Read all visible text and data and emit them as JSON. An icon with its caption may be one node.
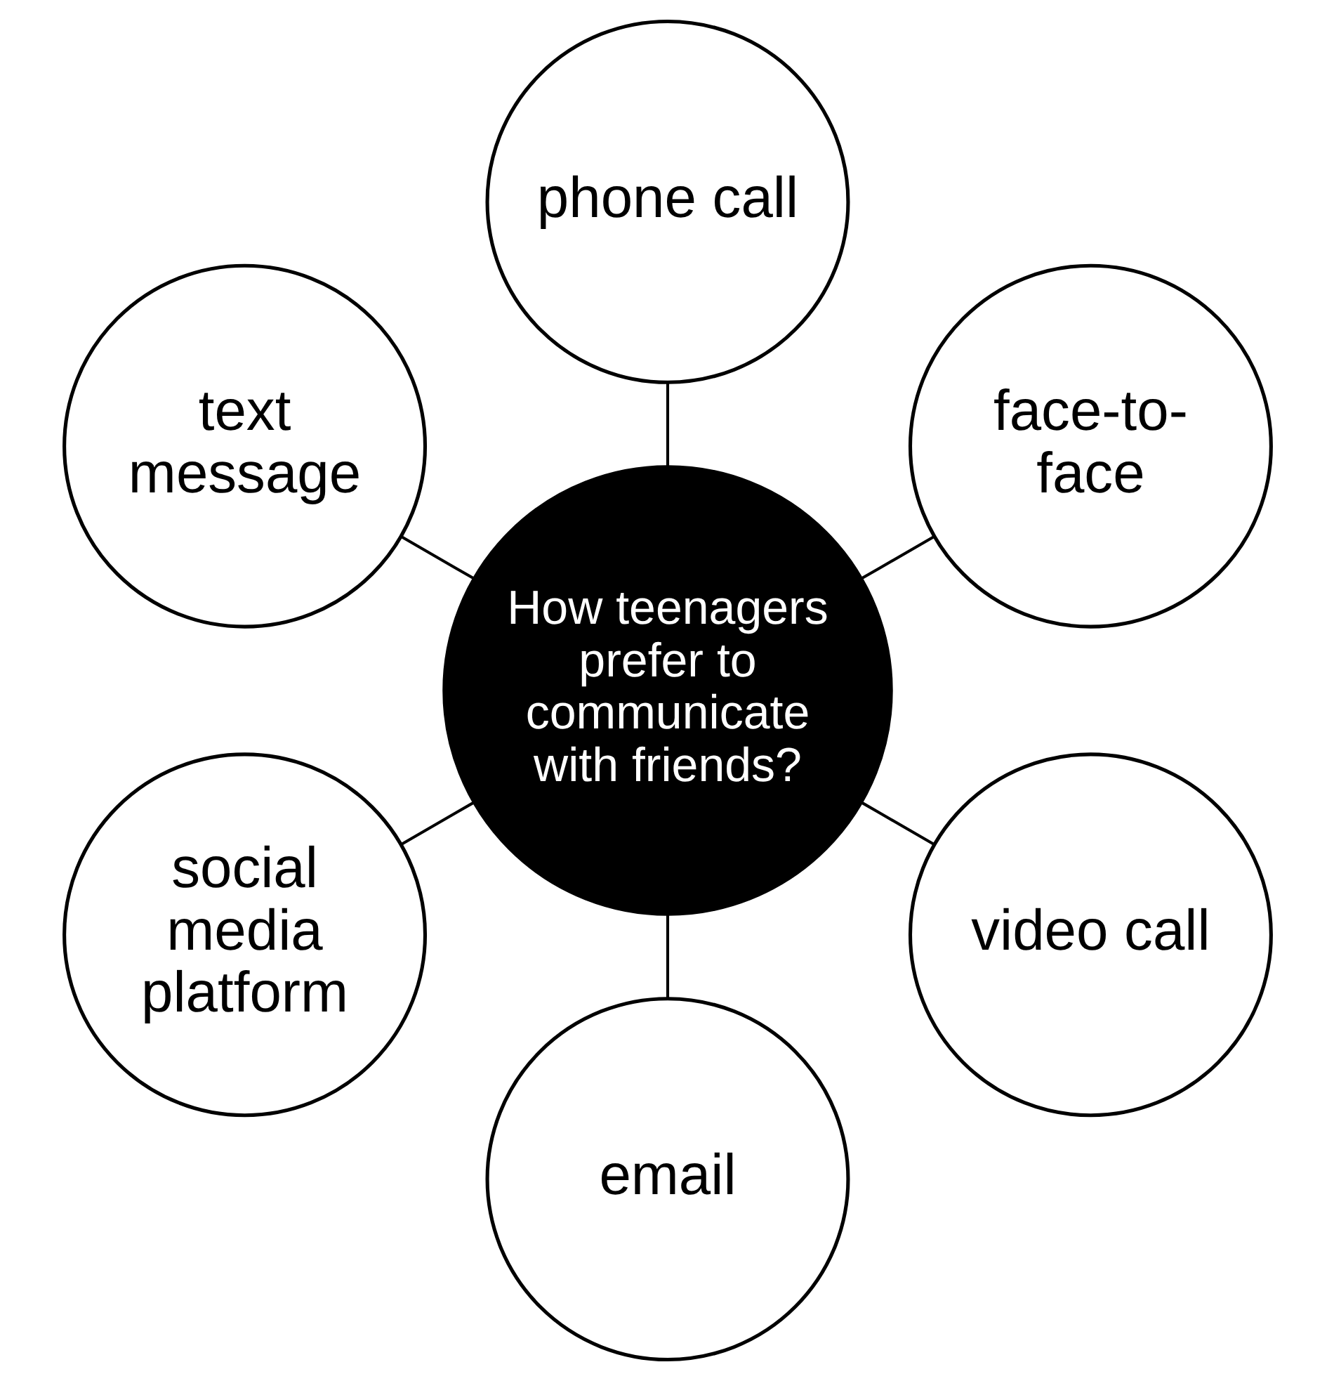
{
  "diagram": {
    "nodes": [
      {
        "text": [
          "face-to-face"
        ]
      },
      {
        "text": [
          "phone call"
        ]
      },
      {
        "text": [
          "text message"
        ]
      },
      {
        "text": [
          "How teenagers prefer to communicate with friends?"
        ]
      },
      {
        "text": [
          "social media platform"
        ]
      },
      {
        "text": [
          "email"
        ]
      },
      {
        "text": [
          "video call"
        ]
      }
    ],
    "edges": [
      {
        "from": 3,
        "to": 0,
        "arrow": "none"
      },
      {
        "from": 3,
        "to": 2,
        "arrow": "none"
      },
      {
        "from": 3,
        "to": 5,
        "arrow": "none"
      },
      {
        "from": 3,
        "to": 6,
        "arrow": "none"
      },
      {
        "from": 3,
        "to": 4,
        "arrow": "none"
      },
      {
        "from": 3,
        "to": 1,
        "arrow": "none"
      }
    ]
  }
}
